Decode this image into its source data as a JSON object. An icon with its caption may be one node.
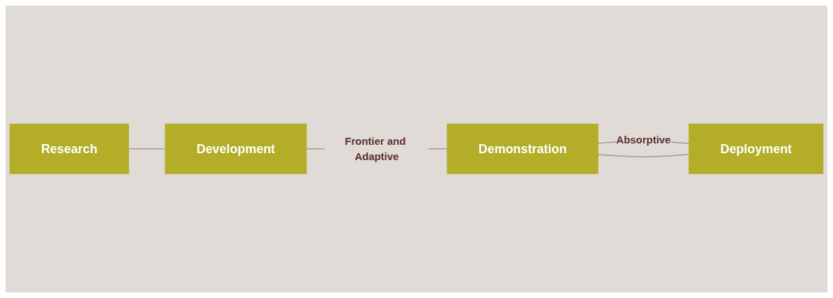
{
  "diagram": {
    "nodes": [
      {
        "text": [
          "Research"
        ]
      },
      {
        "text": [
          "Development"
        ]
      },
      {
        "text": [
          "Demonstration"
        ]
      },
      {
        "text": [
          "Deployment"
        ]
      }
    ],
    "edges": [
      {
        "from": 2,
        "to": 3,
        "arrow": "none",
        "label": "Absorptive"
      },
      {
        "from": 0,
        "to": 1,
        "arrow": "none"
      },
      {
        "from": 1,
        "to": 2,
        "arrow": "none",
        "label": "Frontier and Adaptive"
      },
      {
        "from": 2,
        "to": 3,
        "arrow": "none"
      }
    ]
  }
}
